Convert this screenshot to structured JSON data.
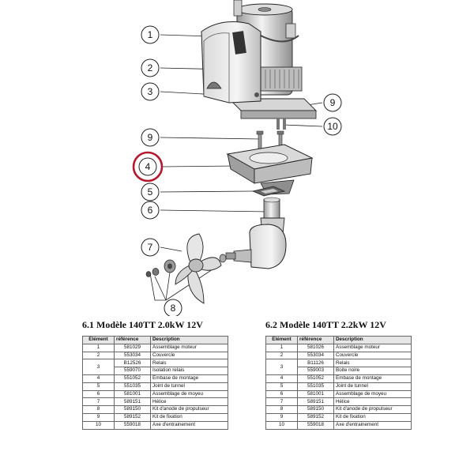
{
  "callouts": [
    "1",
    "2",
    "3",
    "4",
    "5",
    "6",
    "7",
    "8",
    "9",
    "10",
    "9"
  ],
  "tables": [
    {
      "title": "6.1 Modèle 140TT 2.0kW 12V",
      "headers": [
        "Elément",
        "référence",
        "Description"
      ],
      "rows": [
        {
          "el": "1",
          "ref": "581029",
          "desc": "Assemblage moteur"
        },
        {
          "el": "2",
          "ref": "553034",
          "desc": "Couvercle"
        },
        {
          "el": "3",
          "ref": "B12526",
          "desc": "Relais"
        },
        {
          "el": "",
          "ref": "559070",
          "desc": "Isolation relais"
        },
        {
          "el": "4",
          "ref": "551052",
          "desc": "Embase de montage"
        },
        {
          "el": "5",
          "ref": "551035",
          "desc": "Joint de tunnel"
        },
        {
          "el": "6",
          "ref": "581001",
          "desc": "Assemblage de moyeu"
        },
        {
          "el": "7",
          "ref": "589151",
          "desc": "Hélice"
        },
        {
          "el": "8",
          "ref": "589150",
          "desc": "Kit d'anode de propulseur"
        },
        {
          "el": "9",
          "ref": "589152",
          "desc": "Kit de fixation"
        },
        {
          "el": "10",
          "ref": "559018",
          "desc": "Axe d'entrainement"
        }
      ]
    },
    {
      "title": "6.2 Modèle 140TT 2.2kW 12V",
      "headers": [
        "Elément",
        "référence",
        "Description"
      ],
      "rows": [
        {
          "el": "1",
          "ref": "581026",
          "desc": "Assemblage moteur"
        },
        {
          "el": "2",
          "ref": "553034",
          "desc": "Couvercle"
        },
        {
          "el": "3",
          "ref": "B11126",
          "desc": "Relais"
        },
        {
          "el": "",
          "ref": "559003",
          "desc": "Boite noire"
        },
        {
          "el": "4",
          "ref": "551052",
          "desc": "Embase de montage"
        },
        {
          "el": "5",
          "ref": "551035",
          "desc": "Joint de tunnel"
        },
        {
          "el": "6",
          "ref": "581001",
          "desc": "Assemblage de moyeu"
        },
        {
          "el": "7",
          "ref": "589151",
          "desc": "Hélice"
        },
        {
          "el": "8",
          "ref": "589150",
          "desc": "Kit d'anode de propulseur"
        },
        {
          "el": "9",
          "ref": "589152",
          "desc": "Kit de fixation"
        },
        {
          "el": "10",
          "ref": "559018",
          "desc": "Axe d'entrainement"
        }
      ]
    }
  ],
  "colors": {
    "highlight": "#b3182e",
    "line": "#222222",
    "part_fill": "#e8e8e8",
    "part_dark": "#9a9a9a",
    "part_mid": "#c8c8c8"
  }
}
